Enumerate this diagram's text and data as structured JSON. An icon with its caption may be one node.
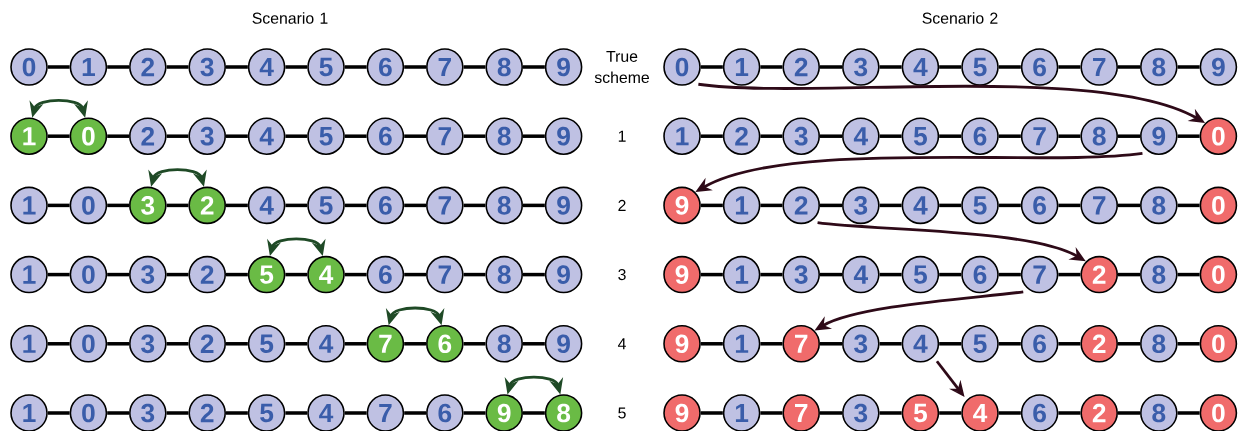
{
  "diagram": {
    "nodes": [
      {
        "text": [
          "0"
        ]
      },
      {
        "text": [
          "1"
        ]
      },
      {
        "text": [
          "2"
        ]
      },
      {
        "text": [
          "3"
        ]
      },
      {
        "text": [
          "4"
        ]
      },
      {
        "text": [
          "5"
        ]
      },
      {
        "text": [
          "6"
        ]
      },
      {
        "text": [
          "7"
        ]
      },
      {
        "text": [
          "8"
        ]
      },
      {
        "text": [
          "9"
        ]
      },
      {
        "text": [
          "0"
        ]
      },
      {
        "text": [
          "1"
        ]
      },
      {
        "text": [
          "2"
        ]
      },
      {
        "text": [
          "3"
        ]
      },
      {
        "text": [
          "4"
        ]
      },
      {
        "text": [
          "5"
        ]
      },
      {
        "text": [
          "6"
        ]
      },
      {
        "text": [
          "7"
        ]
      },
      {
        "text": [
          "8"
        ]
      },
      {
        "text": [
          "9"
        ]
      },
      {
        "text": [
          "1"
        ]
      },
      {
        "text": [
          "0"
        ]
      },
      {
        "text": [
          "2"
        ]
      },
      {
        "text": [
          "3"
        ]
      },
      {
        "text": [
          "4"
        ]
      },
      {
        "text": [
          "5"
        ]
      },
      {
        "text": [
          "6"
        ]
      },
      {
        "text": [
          "7"
        ]
      },
      {
        "text": [
          "8"
        ]
      },
      {
        "text": [
          "9"
        ]
      },
      {
        "text": [
          "1"
        ]
      },
      {
        "text": [
          "2"
        ]
      },
      {
        "text": [
          "3"
        ]
      },
      {
        "text": [
          "4"
        ]
      },
      {
        "text": [
          "5"
        ]
      },
      {
        "text": [
          "6"
        ]
      },
      {
        "text": [
          "7"
        ]
      },
      {
        "text": [
          "8"
        ]
      },
      {
        "text": [
          "9"
        ]
      },
      {
        "text": [
          "0"
        ]
      },
      {
        "text": [
          "1"
        ]
      },
      {
        "text": [
          "0"
        ]
      },
      {
        "text": [
          "3"
        ]
      },
      {
        "text": [
          "2"
        ]
      },
      {
        "text": [
          "4"
        ]
      },
      {
        "text": [
          "5"
        ]
      },
      {
        "text": [
          "6"
        ]
      },
      {
        "text": [
          "7"
        ]
      },
      {
        "text": [
          "8"
        ]
      },
      {
        "text": [
          "9"
        ]
      },
      {
        "text": [
          "9"
        ]
      },
      {
        "text": [
          "1"
        ]
      },
      {
        "text": [
          "2"
        ]
      },
      {
        "text": [
          "3"
        ]
      },
      {
        "text": [
          "4"
        ]
      },
      {
        "text": [
          "5"
        ]
      },
      {
        "text": [
          "6"
        ]
      },
      {
        "text": [
          "7"
        ]
      },
      {
        "text": [
          "8"
        ]
      },
      {
        "text": [
          "0"
        ]
      },
      {
        "text": [
          "1"
        ]
      },
      {
        "text": [
          "0"
        ]
      },
      {
        "text": [
          "3"
        ]
      },
      {
        "text": [
          "2"
        ]
      },
      {
        "text": [
          "5"
        ]
      },
      {
        "text": [
          "4"
        ]
      },
      {
        "text": [
          "6"
        ]
      },
      {
        "text": [
          "7"
        ]
      },
      {
        "text": [
          "8"
        ]
      },
      {
        "text": [
          "9"
        ]
      },
      {
        "text": [
          "9"
        ]
      },
      {
        "text": [
          "1"
        ]
      },
      {
        "text": [
          "3"
        ]
      },
      {
        "text": [
          "4"
        ]
      },
      {
        "text": [
          "5"
        ]
      },
      {
        "text": [
          "6"
        ]
      },
      {
        "text": [
          "7"
        ]
      },
      {
        "text": [
          "2"
        ]
      },
      {
        "text": [
          "8"
        ]
      },
      {
        "text": [
          "0"
        ]
      },
      {
        "text": [
          "1"
        ]
      },
      {
        "text": [
          "0"
        ]
      },
      {
        "text": [
          "3"
        ]
      },
      {
        "text": [
          "2"
        ]
      },
      {
        "text": [
          "5"
        ]
      },
      {
        "text": [
          "4"
        ]
      },
      {
        "text": [
          "7"
        ]
      },
      {
        "text": [
          "6"
        ]
      },
      {
        "text": [
          "8"
        ]
      },
      {
        "text": [
          "9"
        ]
      },
      {
        "text": [
          "9"
        ]
      },
      {
        "text": [
          "1"
        ]
      },
      {
        "text": [
          "7"
        ]
      },
      {
        "text": [
          "3"
        ]
      },
      {
        "text": [
          "4"
        ]
      },
      {
        "text": [
          "5"
        ]
      },
      {
        "text": [
          "6"
        ]
      },
      {
        "text": [
          "2"
        ]
      },
      {
        "text": [
          "8"
        ]
      },
      {
        "text": [
          "0"
        ]
      },
      {
        "text": [
          "1"
        ]
      },
      {
        "text": [
          "0"
        ]
      },
      {
        "text": [
          "3"
        ]
      },
      {
        "text": [
          "2"
        ]
      },
      {
        "text": [
          "5"
        ]
      },
      {
        "text": [
          "4"
        ]
      },
      {
        "text": [
          "7"
        ]
      },
      {
        "text": [
          "6"
        ]
      },
      {
        "text": [
          "9"
        ]
      },
      {
        "text": [
          "8"
        ]
      },
      {
        "text": [
          "9"
        ]
      },
      {
        "text": [
          "1"
        ]
      },
      {
        "text": [
          "7"
        ]
      },
      {
        "text": [
          "3"
        ]
      },
      {
        "text": [
          "5"
        ]
      },
      {
        "text": [
          "4"
        ]
      },
      {
        "text": [
          "6"
        ]
      },
      {
        "text": [
          "2"
        ]
      },
      {
        "text": [
          "8"
        ]
      },
      {
        "text": [
          "0"
        ]
      }
    ],
    "edges": [
      {
        "from": 0,
        "to": 1,
        "arrow": "none"
      },
      {
        "from": 1,
        "to": 2,
        "arrow": "none"
      },
      {
        "from": 2,
        "to": 3,
        "arrow": "none"
      },
      {
        "from": 3,
        "to": 4,
        "arrow": "none"
      },
      {
        "from": 4,
        "to": 5,
        "arrow": "none"
      },
      {
        "from": 5,
        "to": 6,
        "arrow": "none"
      },
      {
        "from": 6,
        "to": 7,
        "arrow": "none"
      },
      {
        "from": 7,
        "to": 8,
        "arrow": "none"
      },
      {
        "from": 8,
        "to": 9,
        "arrow": "none"
      },
      {
        "from": 10,
        "to": 11,
        "arrow": "none"
      },
      {
        "from": 11,
        "to": 12,
        "arrow": "none"
      },
      {
        "from": 12,
        "to": 13,
        "arrow": "none"
      },
      {
        "from": 13,
        "to": 14,
        "arrow": "none"
      },
      {
        "from": 14,
        "to": 15,
        "arrow": "none"
      },
      {
        "from": 15,
        "to": 16,
        "arrow": "none"
      },
      {
        "from": 16,
        "to": 17,
        "arrow": "none"
      },
      {
        "from": 17,
        "to": 18,
        "arrow": "none"
      },
      {
        "from": 18,
        "to": 19,
        "arrow": "none"
      },
      {
        "from": 20,
        "to": 21,
        "arrow": "none"
      },
      {
        "from": 21,
        "to": 22,
        "arrow": "none"
      },
      {
        "from": 22,
        "to": 23,
        "arrow": "none"
      },
      {
        "from": 23,
        "to": 24,
        "arrow": "none"
      },
      {
        "from": 24,
        "to": 25,
        "arrow": "none"
      },
      {
        "from": 25,
        "to": 26,
        "arrow": "none"
      },
      {
        "from": 26,
        "to": 27,
        "arrow": "none"
      },
      {
        "from": 27,
        "to": 28,
        "arrow": "none"
      },
      {
        "from": 28,
        "to": 29,
        "arrow": "none"
      },
      {
        "from": 30,
        "to": 31,
        "arrow": "none"
      },
      {
        "from": 31,
        "to": 32,
        "arrow": "none"
      },
      {
        "from": 32,
        "to": 33,
        "arrow": "none"
      },
      {
        "from": 33,
        "to": 34,
        "arrow": "none"
      },
      {
        "from": 34,
        "to": 35,
        "arrow": "none"
      },
      {
        "from": 35,
        "to": 36,
        "arrow": "none"
      },
      {
        "from": 36,
        "to": 37,
        "arrow": "none"
      },
      {
        "from": 37,
        "to": 38,
        "arrow": "none"
      },
      {
        "from": 38,
        "to": 39,
        "arrow": "none"
      },
      {
        "from": 40,
        "to": 41,
        "arrow": "none"
      },
      {
        "from": 41,
        "to": 42,
        "arrow": "none"
      },
      {
        "from": 42,
        "to": 43,
        "arrow": "none"
      },
      {
        "from": 43,
        "to": 44,
        "arrow": "none"
      },
      {
        "from": 44,
        "to": 45,
        "arrow": "none"
      },
      {
        "from": 45,
        "to": 46,
        "arrow": "none"
      },
      {
        "from": 46,
        "to": 47,
        "arrow": "none"
      },
      {
        "from": 47,
        "to": 48,
        "arrow": "none"
      },
      {
        "from": 48,
        "to": 49,
        "arrow": "none"
      },
      {
        "from": 50,
        "to": 51,
        "arrow": "none"
      },
      {
        "from": 51,
        "to": 52,
        "arrow": "none"
      },
      {
        "from": 52,
        "to": 53,
        "arrow": "none"
      },
      {
        "from": 53,
        "to": 54,
        "arrow": "none"
      },
      {
        "from": 54,
        "to": 55,
        "arrow": "none"
      },
      {
        "from": 55,
        "to": 56,
        "arrow": "none"
      },
      {
        "from": 56,
        "to": 57,
        "arrow": "none"
      },
      {
        "from": 57,
        "to": 58,
        "arrow": "none"
      },
      {
        "from": 58,
        "to": 59,
        "arrow": "none"
      },
      {
        "from": 60,
        "to": 61,
        "arrow": "none"
      },
      {
        "from": 61,
        "to": 62,
        "arrow": "none"
      },
      {
        "from": 62,
        "to": 63,
        "arrow": "none"
      },
      {
        "from": 63,
        "to": 64,
        "arrow": "none"
      },
      {
        "from": 64,
        "to": 65,
        "arrow": "none"
      },
      {
        "from": 65,
        "to": 66,
        "arrow": "none"
      },
      {
        "from": 66,
        "to": 67,
        "arrow": "none"
      },
      {
        "from": 67,
        "to": 68,
        "arrow": "none"
      },
      {
        "from": 68,
        "to": 69,
        "arrow": "none"
      },
      {
        "from": 70,
        "to": 71,
        "arrow": "none"
      },
      {
        "from": 71,
        "to": 72,
        "arrow": "none"
      },
      {
        "from": 72,
        "to": 73,
        "arrow": "none"
      },
      {
        "from": 73,
        "to": 74,
        "arrow": "none"
      },
      {
        "from": 74,
        "to": 75,
        "arrow": "none"
      },
      {
        "from": 75,
        "to": 76,
        "arrow": "none"
      },
      {
        "from": 76,
        "to": 77,
        "arrow": "none"
      },
      {
        "from": 77,
        "to": 78,
        "arrow": "none"
      },
      {
        "from": 78,
        "to": 79,
        "arrow": "none"
      },
      {
        "from": 80,
        "to": 81,
        "arrow": "none"
      },
      {
        "from": 81,
        "to": 82,
        "arrow": "none"
      },
      {
        "from": 82,
        "to": 83,
        "arrow": "none"
      },
      {
        "from": 83,
        "to": 84,
        "arrow": "none"
      },
      {
        "from": 84,
        "to": 85,
        "arrow": "none"
      },
      {
        "from": 85,
        "to": 86,
        "arrow": "none"
      },
      {
        "from": 86,
        "to": 87,
        "arrow": "none"
      },
      {
        "from": 87,
        "to": 88,
        "arrow": "none"
      },
      {
        "from": 88,
        "to": 89,
        "arrow": "none"
      },
      {
        "from": 90,
        "to": 91,
        "arrow": "none"
      },
      {
        "from": 91,
        "to": 92,
        "arrow": "none"
      },
      {
        "from": 92,
        "to": 93,
        "arrow": "none"
      },
      {
        "from": 93,
        "to": 94,
        "arrow": "none"
      },
      {
        "from": 94,
        "to": 95,
        "arrow": "none"
      },
      {
        "from": 95,
        "to": 96,
        "arrow": "none"
      },
      {
        "from": 96,
        "to": 97,
        "arrow": "none"
      },
      {
        "from": 97,
        "to": 98,
        "arrow": "none"
      },
      {
        "from": 98,
        "to": 99,
        "arrow": "none"
      },
      {
        "from": 100,
        "to": 101,
        "arrow": "none"
      },
      {
        "from": 101,
        "to": 102,
        "arrow": "none"
      },
      {
        "from": 102,
        "to": 103,
        "arrow": "none"
      },
      {
        "from": 103,
        "to": 104,
        "arrow": "none"
      },
      {
        "from": 104,
        "to": 105,
        "arrow": "none"
      },
      {
        "from": 105,
        "to": 106,
        "arrow": "none"
      },
      {
        "from": 106,
        "to": 107,
        "arrow": "none"
      },
      {
        "from": 107,
        "to": 108,
        "arrow": "none"
      },
      {
        "from": 108,
        "to": 109,
        "arrow": "none"
      },
      {
        "from": 110,
        "to": 111,
        "arrow": "none"
      },
      {
        "from": 111,
        "to": 112,
        "arrow": "none"
      },
      {
        "from": 112,
        "to": 113,
        "arrow": "none"
      },
      {
        "from": 113,
        "to": 114,
        "arrow": "none"
      },
      {
        "from": 114,
        "to": 115,
        "arrow": "none"
      },
      {
        "from": 115,
        "to": 116,
        "arrow": "none"
      },
      {
        "from": 116,
        "to": 117,
        "arrow": "none"
      },
      {
        "from": 117,
        "to": 118,
        "arrow": "none"
      },
      {
        "from": 118,
        "to": 119,
        "arrow": "none"
      },
      {
        "from": 20,
        "to": 21,
        "arrow": "both",
        "color": "#1f4a26"
      },
      {
        "from": 42,
        "to": 43,
        "arrow": "both",
        "color": "#1f4a26"
      },
      {
        "from": 64,
        "to": 65,
        "arrow": "both",
        "color": "#1f4a26"
      },
      {
        "from": 86,
        "to": 87,
        "arrow": "both",
        "color": "#1f4a26"
      },
      {
        "from": 108,
        "to": 109,
        "arrow": "both",
        "color": "#1f4a26"
      },
      {
        "from": 10,
        "to": 39,
        "arrow": "to",
        "color": "#2e0a18"
      },
      {
        "from": 38,
        "to": 50,
        "arrow": "to",
        "color": "#2e0a18"
      },
      {
        "from": 52,
        "to": 77,
        "arrow": "to",
        "color": "#2e0a18"
      },
      {
        "from": 76,
        "to": 92,
        "arrow": "to",
        "color": "#2e0a18"
      },
      {
        "from": 94,
        "to": 115,
        "arrow": "to",
        "color": "#2e0a18"
      }
    ],
    "labels": [
      "Scenario 1",
      "Scenario 2",
      "True scheme",
      "1",
      "2",
      "3",
      "4",
      "5"
    ]
  }
}
